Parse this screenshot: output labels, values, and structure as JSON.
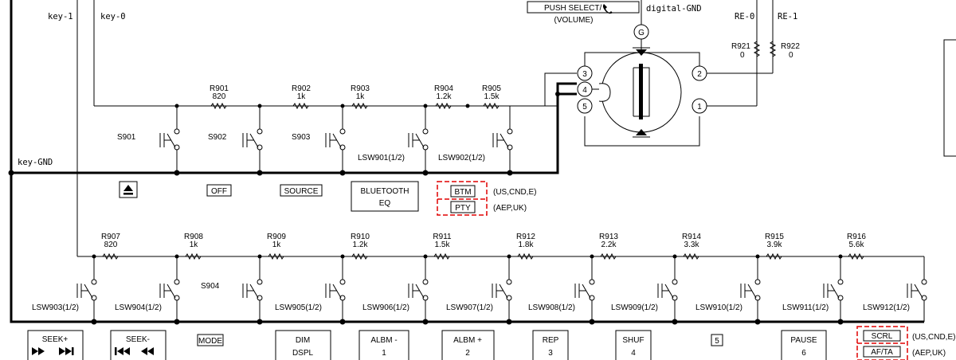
{
  "net_labels": {
    "key1": "key-1",
    "key0": "key-0",
    "keygnd": "key-GND",
    "digital_gnd": "digital-GND",
    "re0": "RE-0",
    "re1": "RE-1"
  },
  "encoder": {
    "push_select": "PUSH SELECT/",
    "volume": "(VOLUME)",
    "pins": {
      "g": "G",
      "p1": "1",
      "p2": "2",
      "p3": "3",
      "p4": "4",
      "p5": "5"
    }
  },
  "pullups": {
    "r921": {
      "ref": "R921",
      "value": "0"
    },
    "r922": {
      "ref": "R922",
      "value": "0"
    }
  },
  "top_resistors": [
    {
      "ref": "R901",
      "value": "820"
    },
    {
      "ref": "R902",
      "value": "1k"
    },
    {
      "ref": "R903",
      "value": "1k"
    },
    {
      "ref": "R904",
      "value": "1.2k"
    },
    {
      "ref": "R905",
      "value": "1.5k"
    }
  ],
  "top_switches": [
    "S901",
    "S902",
    "S903",
    "LSW901(1/2)",
    "LSW902(1/2)"
  ],
  "top_keys": {
    "eject_icon": "eject-icon",
    "off": "OFF",
    "source": "SOURCE",
    "bluetooth_l1": "BLUETOOTH",
    "bluetooth_l2": "EQ",
    "btm": "BTM",
    "pty": "PTY",
    "region_us": "(US,CND,E)",
    "region_eu": "(AEP,UK)"
  },
  "bottom_resistors": [
    {
      "ref": "R907",
      "value": "820"
    },
    {
      "ref": "R908",
      "value": "1k"
    },
    {
      "ref": "R909",
      "value": "1k"
    },
    {
      "ref": "R910",
      "value": "1.2k"
    },
    {
      "ref": "R911",
      "value": "1.5k"
    },
    {
      "ref": "R912",
      "value": "1.8k"
    },
    {
      "ref": "R913",
      "value": "2.2k"
    },
    {
      "ref": "R914",
      "value": "3.3k"
    },
    {
      "ref": "R915",
      "value": "3.9k"
    },
    {
      "ref": "R916",
      "value": "5.6k"
    }
  ],
  "bottom_switches": {
    "s904": "S904",
    "labels": [
      "LSW903(1/2)",
      "LSW904(1/2)",
      "LSW905(1/2)",
      "LSW906(1/2)",
      "LSW907(1/2)",
      "LSW908(1/2)",
      "LSW909(1/2)",
      "LSW910(1/2)",
      "LSW911(1/2)",
      "LSW912(1/2)"
    ]
  },
  "bottom_keys": {
    "seek_plus": "SEEK+",
    "seek_minus": "SEEK-",
    "mode": "MODE",
    "dim_l1": "DIM",
    "dim_l2": "DSPL",
    "albm_minus_l1": "ALBM -",
    "albm_minus_l2": "1",
    "albm_plus_l1": "ALBM +",
    "albm_plus_l2": "2",
    "rep_l1": "REP",
    "rep_l2": "3",
    "shuf_l1": "SHUF",
    "shuf_l2": "4",
    "five": "5",
    "pause_l1": "PAUSE",
    "pause_l2": "6",
    "scrl": "SCRL",
    "afta": "AF/TA",
    "region_us": "(US,CND,E)",
    "region_eu": "(AEP,UK)",
    "seek_plus_icon": "fast-forward-icon",
    "seek_minus_icon": "rewind-icon"
  }
}
